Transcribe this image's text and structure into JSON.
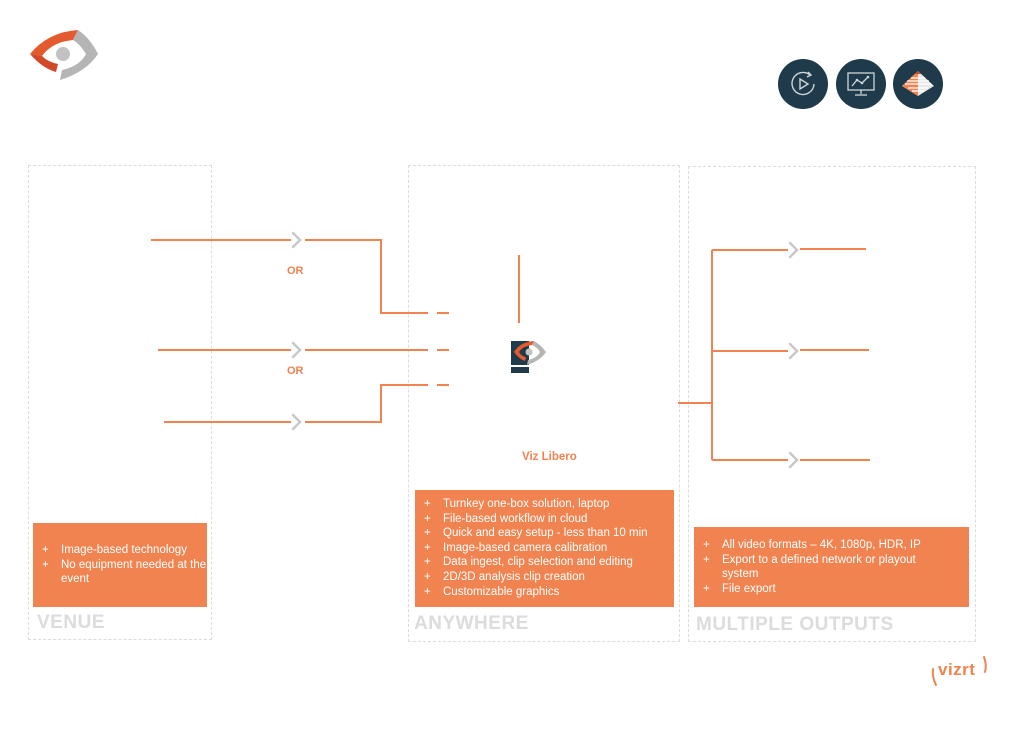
{
  "colors": {
    "accent": "#f0834f",
    "panel_border": "#dcdcdc",
    "title_gray": "#dcdcdc",
    "icon_bg": "#1f3a4a",
    "chevron_gray": "#c8c8c8"
  },
  "header": {
    "logo_icon": "eye-logo-icon",
    "feature_icons": [
      {
        "name": "replay-play-icon"
      },
      {
        "name": "analytics-monitor-icon"
      },
      {
        "name": "pyramid-3d-icon"
      }
    ]
  },
  "panels": {
    "venue": {
      "title": "VENUE",
      "bullets": [
        {
          "plus": "+",
          "text": "Image-based technology"
        },
        {
          "plus": "+",
          "text": "No equipment needed at the event"
        }
      ]
    },
    "anywhere": {
      "title": "ANYWHERE",
      "product_label": "Viz Libero",
      "bullets": [
        {
          "plus": "+",
          "text": "Turnkey one-box solution, laptop"
        },
        {
          "plus": "+",
          "text": "File-based workflow in cloud"
        },
        {
          "plus": "+",
          "text": "Quick and easy setup - less than 10 min"
        },
        {
          "plus": "+",
          "text": "Image-based camera calibration"
        },
        {
          "plus": "+",
          "text": "Data ingest, clip selection and editing"
        },
        {
          "plus": "+",
          "text": "2D/3D analysis clip creation"
        },
        {
          "plus": "+",
          "text": "Customizable graphics"
        }
      ]
    },
    "outputs": {
      "title": "MULTIPLE OUTPUTS",
      "bullets": [
        {
          "plus": "+",
          "text": "All video formats – 4K, 1080p, HDR, IP"
        },
        {
          "plus": "+",
          "text": "Export to a defined network or playout system"
        },
        {
          "plus": "+",
          "text": "File export"
        }
      ]
    }
  },
  "flow": {
    "or_labels": [
      "OR",
      "OR"
    ]
  },
  "footer": {
    "brand": "vizrt"
  }
}
